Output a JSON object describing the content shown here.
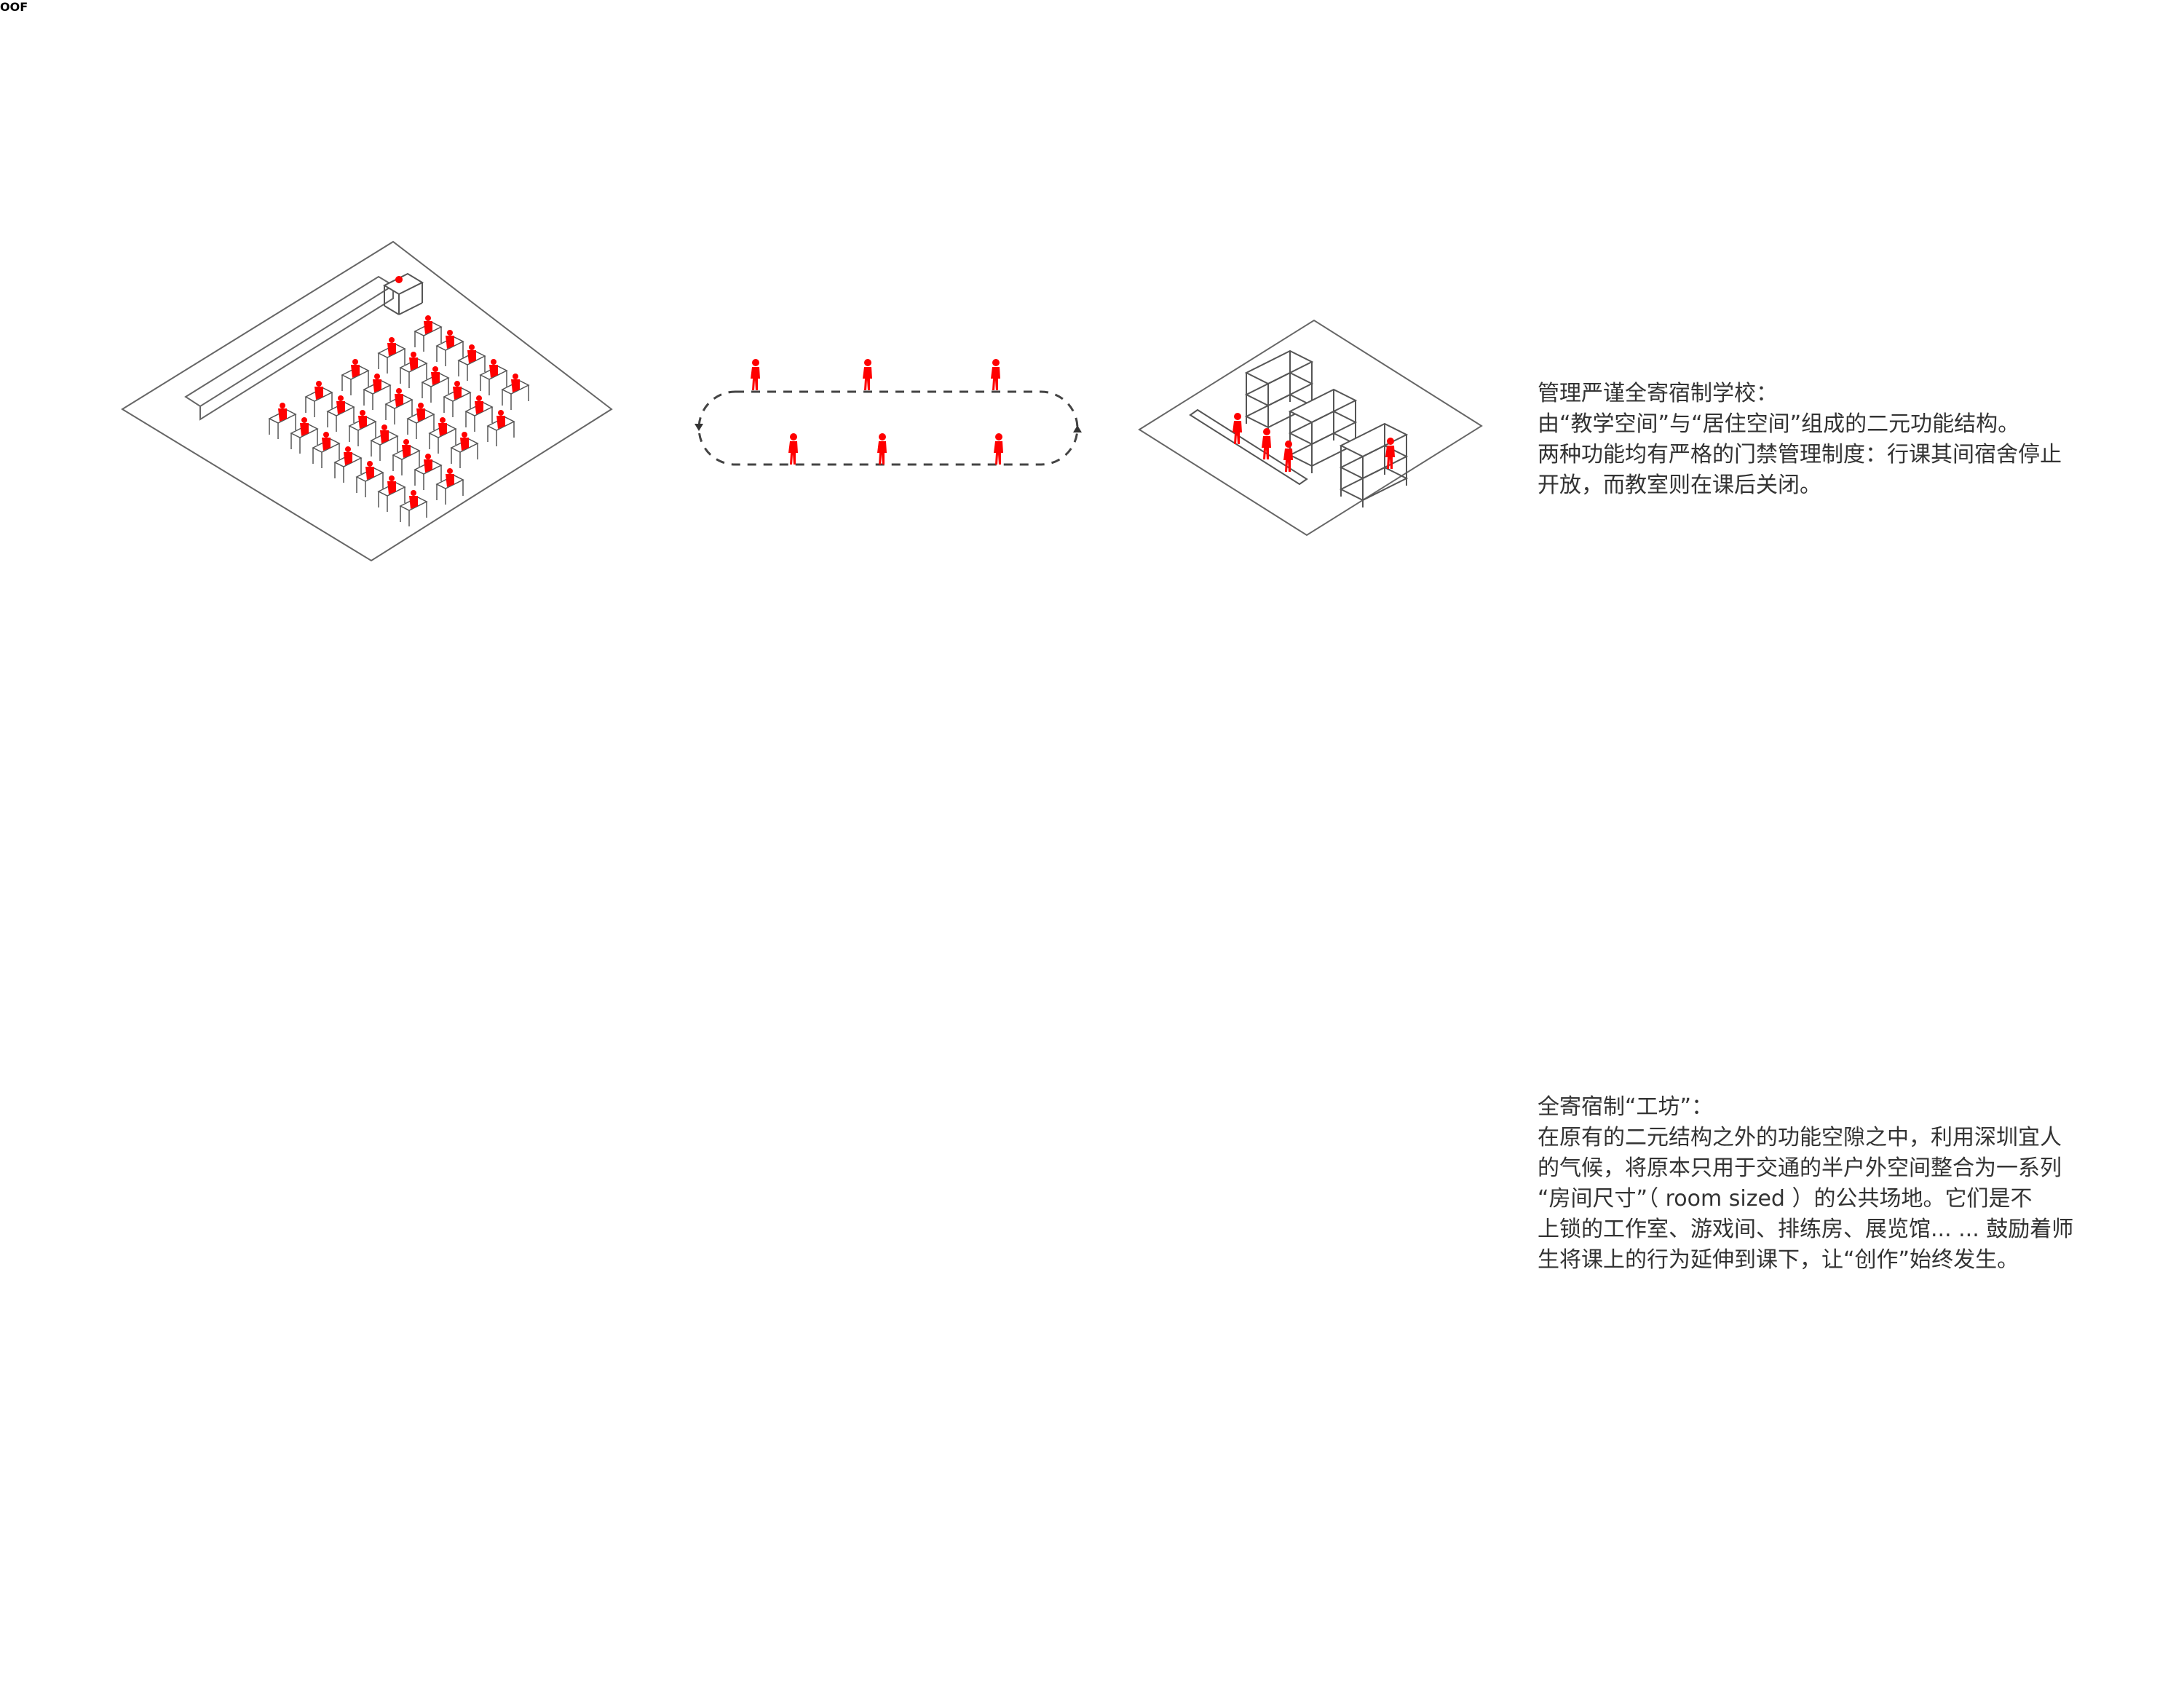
{
  "caption_top": {
    "lines": [
      "管理严谨全寄宿制学校：",
      "由“教学空间”与“居住空间”组成的二元功能结构。",
      "两种功能均有严格的门禁管理制度：行课其间宿舍停止",
      "开放，而教室则在课后关闭。"
    ]
  },
  "caption_bottom": {
    "lines": [
      "全寄宿制“工坊”：",
      "在原有的二元结构之外的功能空隙之中，利用深圳宜人",
      "的气候，将原本只用于交通的半户外空间整合为一系列",
      "“房间尺寸”（ room sized ）的公共场地。它们是不",
      "上锁的工作室、游戏间、排练房、展览馆... ... 鼓励着师",
      "生将课上的行为延伸到课下，让“创作”始终发生。"
    ]
  },
  "exhibit_panel": {
    "logo_text": "OOF"
  },
  "colors": {
    "accent_red": "#ff0000",
    "line_gray": "#555555",
    "text_gray": "#333333",
    "panel_navy": "#1f2a6b",
    "logo_yellow": "#f2c200"
  }
}
